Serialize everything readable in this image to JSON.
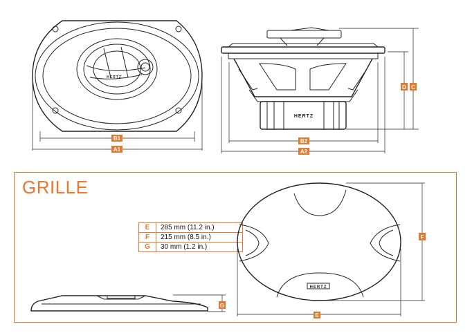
{
  "brand": "HERTZ",
  "accent_color": "#e8772e",
  "top_view": {
    "labels": {
      "b1": "B1",
      "a1": "A1"
    }
  },
  "side_view": {
    "labels": {
      "b2": "B2",
      "a2": "A2",
      "d": "D",
      "c": "C"
    }
  },
  "grille": {
    "title": "GRILLE",
    "labels": {
      "e": "E",
      "f": "F",
      "g": "G"
    },
    "specs": [
      {
        "key": "E",
        "value": "285 mm (11.2 in.)"
      },
      {
        "key": "F",
        "value": "215 mm (8.5 in.)"
      },
      {
        "key": "G",
        "value": "30 mm (1.2 in.)"
      }
    ]
  }
}
